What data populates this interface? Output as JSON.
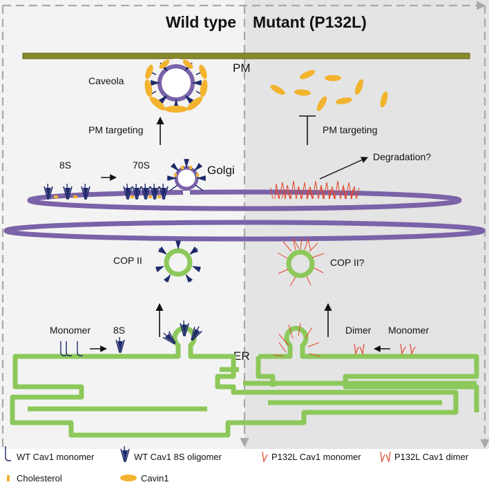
{
  "headers": {
    "wild_type": "Wild type",
    "mutant": "Mutant (P132L)"
  },
  "labels": {
    "pm": "PM",
    "caveola": "Caveola",
    "pm_targeting_wt": "PM targeting",
    "pm_targeting_mut": "PM targeting",
    "eight_s_golgi": "8S",
    "seventy_s": "70S",
    "golgi": "Golgi",
    "degradation": "Degradation?",
    "cop2_wt": "COP II",
    "cop2_mut": "COP II?",
    "monomer_wt": "Monomer",
    "eight_s_er": "8S",
    "er": "ER",
    "dimer": "Dimer",
    "monomer_mut": "Monomer"
  },
  "legend": {
    "wt_monomer": "WT Cav1 monomer",
    "wt_oligomer": "WT Cav1 8S oligomer",
    "p132l_monomer": "P132L Cav1 monomer",
    "p132l_dimer": "P132L Cav1 dimer",
    "cholesterol": "Cholesterol",
    "cavin1": "Cavin1"
  },
  "colors": {
    "er_green": "#8cc85a",
    "golgi_purple": "#7a63a8",
    "pm_olive": "#8b8a2a",
    "cavin_yellow": "#f2b32e",
    "wt_navy": "#1f2a6b",
    "mutant_red": "#e2442a",
    "wt_panel": "#f3f3f3",
    "mutant_panel": "#e4e4e4"
  }
}
